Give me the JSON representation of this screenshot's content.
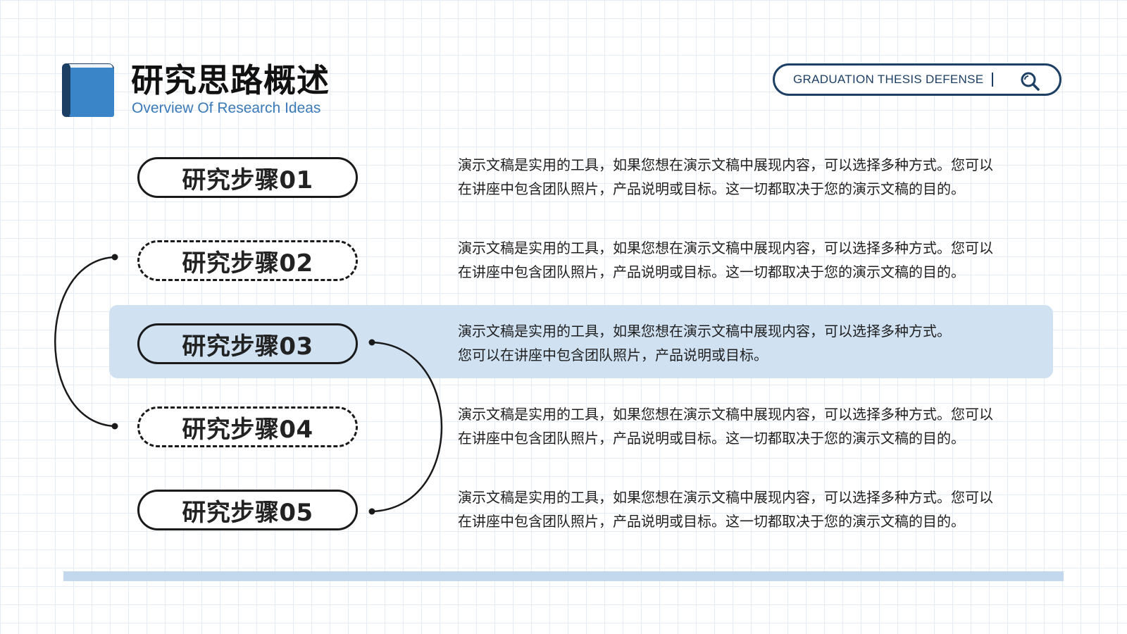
{
  "header": {
    "title": "研究思路概述",
    "subtitle": "Overview Of Research Ideas",
    "search_text": "GRADUATION THESIS DEFENSE",
    "search_icon": "search-icon",
    "book_icon": "book-icon"
  },
  "colors": {
    "accent_blue": "#3a85c8",
    "dark_navy": "#1d3f63",
    "highlight": "#d0e1f2",
    "bottom_bar": "#c3d8ec"
  },
  "steps": [
    {
      "label": "研究步骤01",
      "style": "solid",
      "lines": [
        "演示文稿是实用的工具，如果您想在演示文稿中展现内容，可以选择多种方式。您可以",
        "在讲座中包含团队照片，产品说明或目标。这一切都取决于您的演示文稿的目的。"
      ]
    },
    {
      "label": "研究步骤02",
      "style": "dashed",
      "lines": [
        "演示文稿是实用的工具，如果您想在演示文稿中展现内容，可以选择多种方式。您可以",
        "在讲座中包含团队照片，产品说明或目标。这一切都取决于您的演示文稿的目的。"
      ]
    },
    {
      "label": "研究步骤03",
      "style": "solid-highlighted",
      "lines": [
        "演示文稿是实用的工具，如果您想在演示文稿中展现内容，可以选择多种方式。",
        "您可以在讲座中包含团队照片，产品说明或目标。"
      ]
    },
    {
      "label": "研究步骤04",
      "style": "dashed",
      "lines": [
        "演示文稿是实用的工具，如果您想在演示文稿中展现内容，可以选择多种方式。您可以",
        "在讲座中包含团队照片，产品说明或目标。这一切都取决于您的演示文稿的目的。"
      ]
    },
    {
      "label": "研究步骤05",
      "style": "solid",
      "lines": [
        "演示文稿是实用的工具，如果您想在演示文稿中展现内容，可以选择多种方式。您可以",
        "在讲座中包含团队照片，产品说明或目标。这一切都取决于您的演示文稿的目的。"
      ]
    }
  ]
}
